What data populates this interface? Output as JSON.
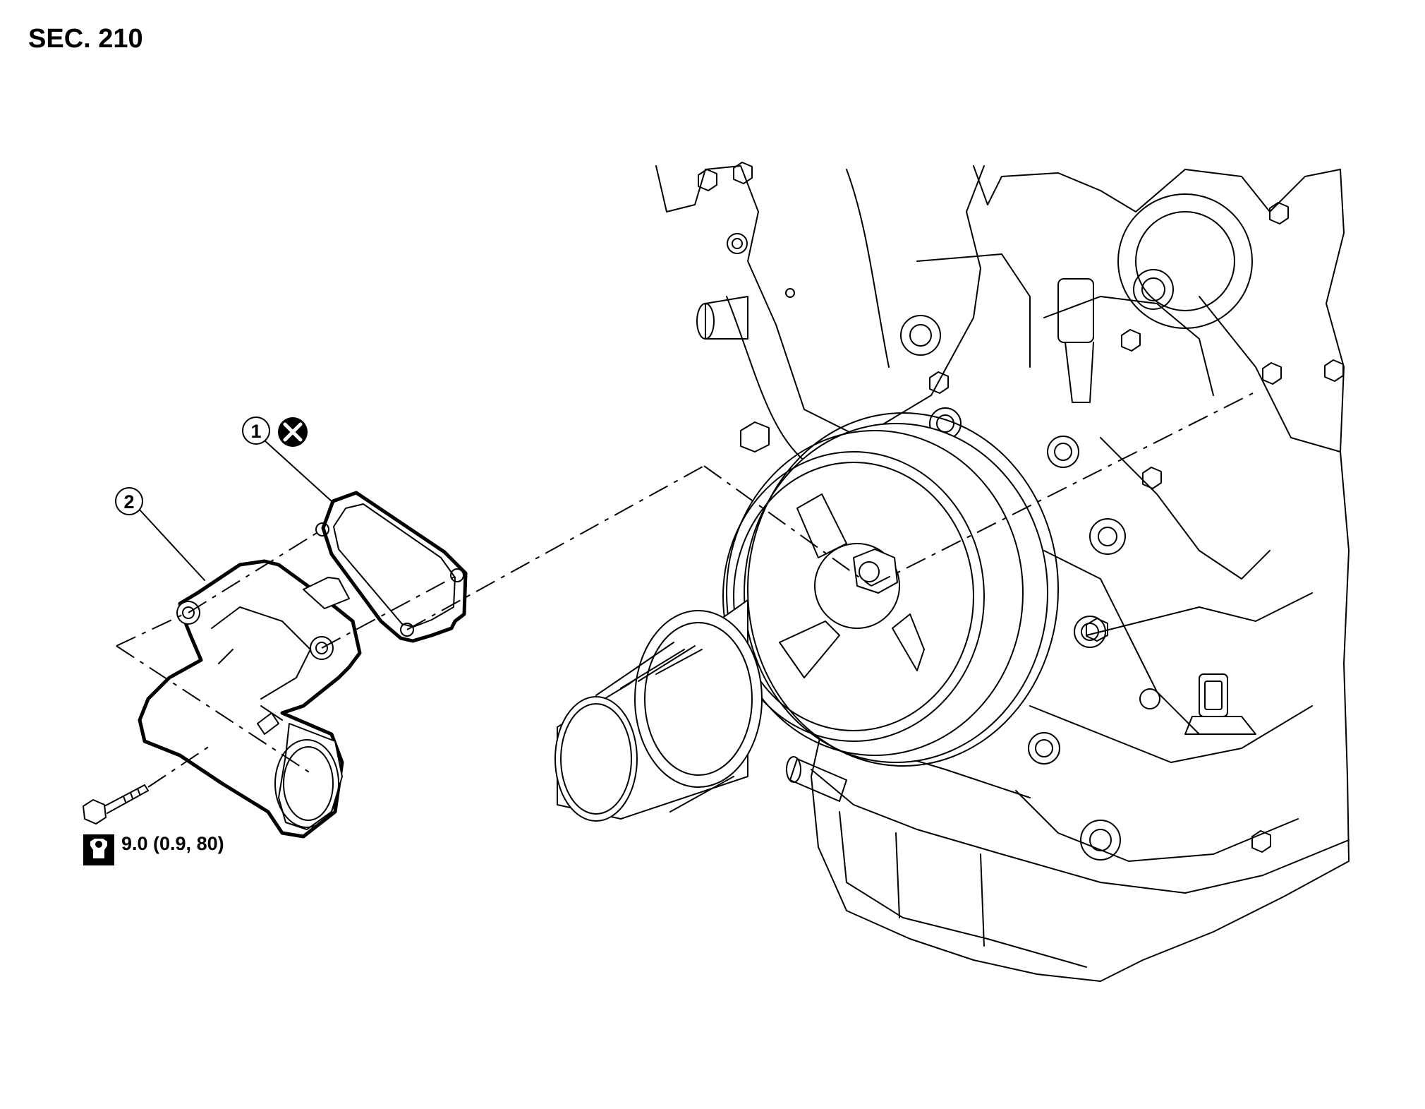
{
  "header": {
    "section": "SEC. 210"
  },
  "callouts": [
    {
      "number": "1",
      "symbol": "do-not-reuse-icon"
    },
    {
      "number": "2"
    }
  ],
  "torque": {
    "value": "9.0 (0.9, 80)",
    "icon": "torque-wrench-icon"
  }
}
